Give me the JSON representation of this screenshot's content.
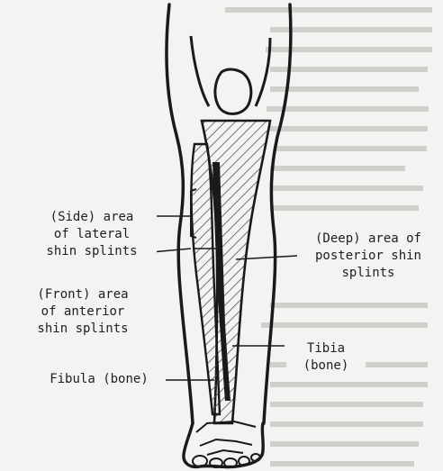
{
  "diagram": {
    "labels": {
      "lateral_line1": "(Side) area",
      "lateral_line2": "of lateral",
      "lateral_line3": "shin splints",
      "posterior_line1": "(Deep) area of",
      "posterior_line2": "posterior shin",
      "posterior_line3": "splints",
      "anterior_line1": "(Front) area",
      "anterior_line2": "of anterior",
      "anterior_line3": "shin splints",
      "tibia_line1": "Tibia",
      "tibia_line2": "(bone)",
      "fibula": "Fibula (bone)"
    },
    "colors": {
      "ink": "#1a1a1a",
      "paper": "#f3f3f1",
      "hatch": "#555555"
    }
  }
}
